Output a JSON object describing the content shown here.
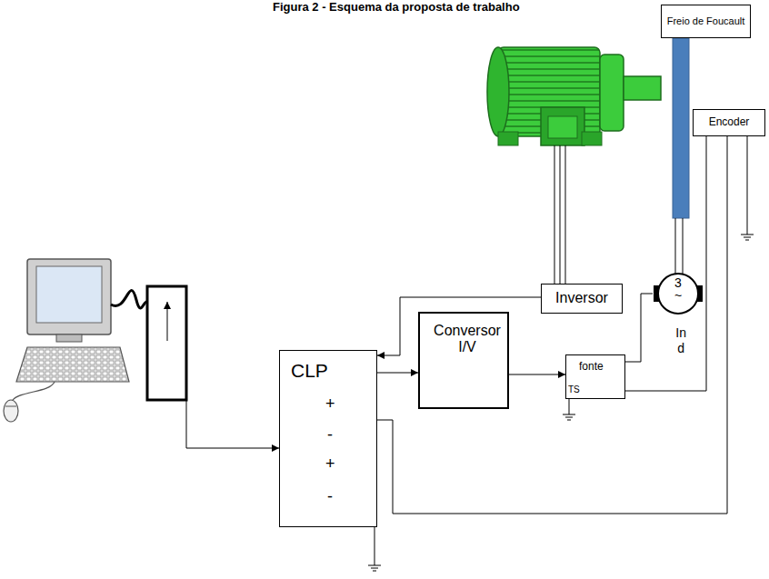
{
  "diagram": {
    "title": "Figura 2 - Esquema da proposta de trabalho",
    "nodes": [
      {
        "text": [
          "Freio de Foucault"
        ]
      },
      {
        "text": [
          "Encoder"
        ]
      },
      {
        "text": [
          "Inversor"
        ]
      },
      {
        "text": [
          "CLP",
          "+",
          "-",
          "+",
          "-"
        ]
      },
      {
        "text": [
          "Conversor I/V"
        ]
      },
      {
        "text": [
          "fonte",
          "TS"
        ]
      },
      {
        "text": [
          "3 ~",
          "In d"
        ]
      }
    ],
    "edges": [
      {
        "from": 2,
        "to": 3,
        "arrow": "to"
      },
      {
        "from": 3,
        "to": 4,
        "arrow": "to"
      },
      {
        "from": 4,
        "to": 5,
        "arrow": "to"
      },
      {
        "from": 5,
        "to": 6,
        "arrow": "none"
      },
      {
        "from": 5,
        "to": 1,
        "arrow": "none"
      },
      {
        "from": 1,
        "to": 3,
        "arrow": "none"
      }
    ]
  }
}
